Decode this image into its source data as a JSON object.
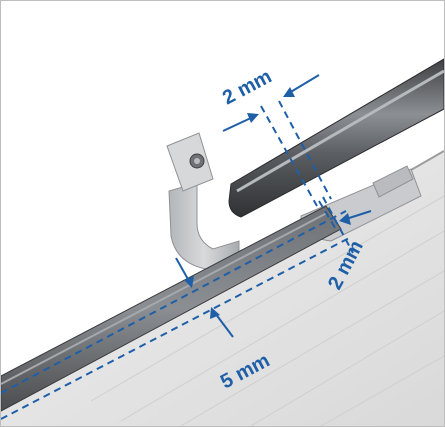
{
  "colors": {
    "dimension": "#1e5fa8",
    "background": "#ffffff",
    "border": "#bdbdbd",
    "rail_dark": "#55575a",
    "rail_highlight": "#9a9da1",
    "bracket": "#c4c6c9",
    "roof_surface": "#e4e4e4"
  },
  "dimensions": {
    "top_gap": {
      "label": "2 mm"
    },
    "side_gap": {
      "label": "2 mm"
    },
    "bottom_gap": {
      "label": "5 mm"
    }
  }
}
